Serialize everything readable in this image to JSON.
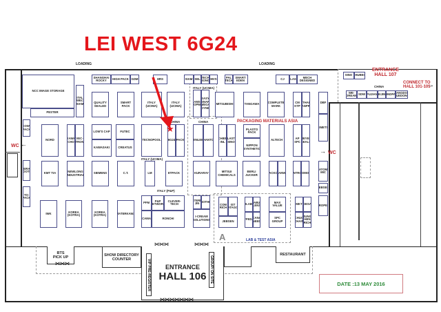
{
  "title": "LEI WEST 6G24",
  "labels": {
    "loading": "LOADING",
    "entrance_107": "ENTRANCE\nHALL 107",
    "connect": "CONNECT TO\nHALL 101-105",
    "wc": "WC",
    "packaging_materials_asia": "PACKAGING MATERIALS ASIA",
    "lab_test_asia": "LAB & TEST ASIA",
    "zone_a": "A",
    "bts_pick_up": "BTS\nPICK UP",
    "show_directory": "SHOW DIRECTORY COUNTER",
    "entrance_106_top": "ENTRANCE",
    "entrance_106_hall": "HALL 106",
    "vip_pre_register": "VIP PRE-REGISTER",
    "group_on_site": "GROUP/ ON SITE",
    "restaurant": "RESTAURANT",
    "date": "DATE :13 MAY 2016"
  },
  "zones": [
    "ITALY (UCIMA)",
    "CHINA",
    "CHINA",
    "ITALY (UCIMA)",
    "ITALY (P&P)",
    "CHINA"
  ],
  "booths": [
    "SHANGHAI ROCKY",
    "HIGH PACK",
    "GDM",
    "HRS",
    "SIAM",
    "SEL",
    "TECH SONG",
    "MVS",
    "PAL TECH",
    "SMART EDEN",
    "CJ",
    "LAS",
    "MECH DESIGNED",
    "NCC IMAGE STORAGE",
    "PESTER",
    "ITAL WEC SIAM",
    "QUALITY SEALED",
    "SMART PACK",
    "ITALY (UCIMA)",
    "ITALY (UCIMA)",
    "AMS OPM",
    "EASY SNAP MEGA DYNE",
    "MITSUBISHI",
    "TANGAWA",
    "COMPLETE MARK",
    "CM KTP",
    "THAI SANPRO",
    "DBF",
    "DEMETSU",
    "CONV PACK",
    "NORD",
    "KAWA CHO",
    "VEC-TRON",
    "LOW'S CAP",
    "KAWASAKI",
    "FUTEC",
    "CREATUS",
    "TECNOPOOL",
    "6G24",
    "PACK",
    "JINLEE",
    "SHANTOU",
    "CHIEF INL",
    "PLASTO SINO",
    "PLASTO PACK",
    "NIPPON SYNTHETIC",
    "ALTECH",
    "AP SPC",
    "MEYER SEALS",
    "SIRA YOOTHI",
    "KMT TIA",
    "NEWLONG INDUSTRIAL",
    "SIEMENS",
    "C.T.",
    "LM",
    "ETPACK",
    "KURARAY",
    "MITSUI CHEMICALS",
    "BERLI JUCKER",
    "DACKOS",
    "HANWA",
    "INTRO",
    "ROMON",
    "IWK",
    "KOREA (KOTRA)",
    "KOREA (KOTRA)",
    "MATERKAWA",
    "PFM",
    "P&P NETWORK",
    "CLEVER-TECH",
    "CAMA",
    "RONCHI",
    "STERN JIN",
    "BROTHER",
    "I-CREAM SOLUTIONS",
    "COM RICH",
    "IST ATAGO",
    "JEBSEN",
    "ILAB",
    "ABU LENS",
    "OFFEDAL",
    "CANA NEED",
    "MAX VALUE",
    "SPC GROUP",
    "MKT",
    "DESA",
    "CHUO CHAIN",
    "JUNG HEN RICH",
    "ATOM MIC",
    "JEBSEN",
    "EUROPEAN",
    "SINO",
    "HUBEI",
    "WE-DREAM",
    "SDW",
    "FUJIAN",
    "BEIJING",
    "WINDPAC",
    "GUANGDONG YUEDONG",
    "TO-PACK"
  ],
  "colors": {
    "title": "#e4161b",
    "label_red": "#c0282d",
    "label_blue": "#2a3d9a",
    "date_green": "#2e8b3a",
    "booth_border": "#4a4d8a"
  }
}
